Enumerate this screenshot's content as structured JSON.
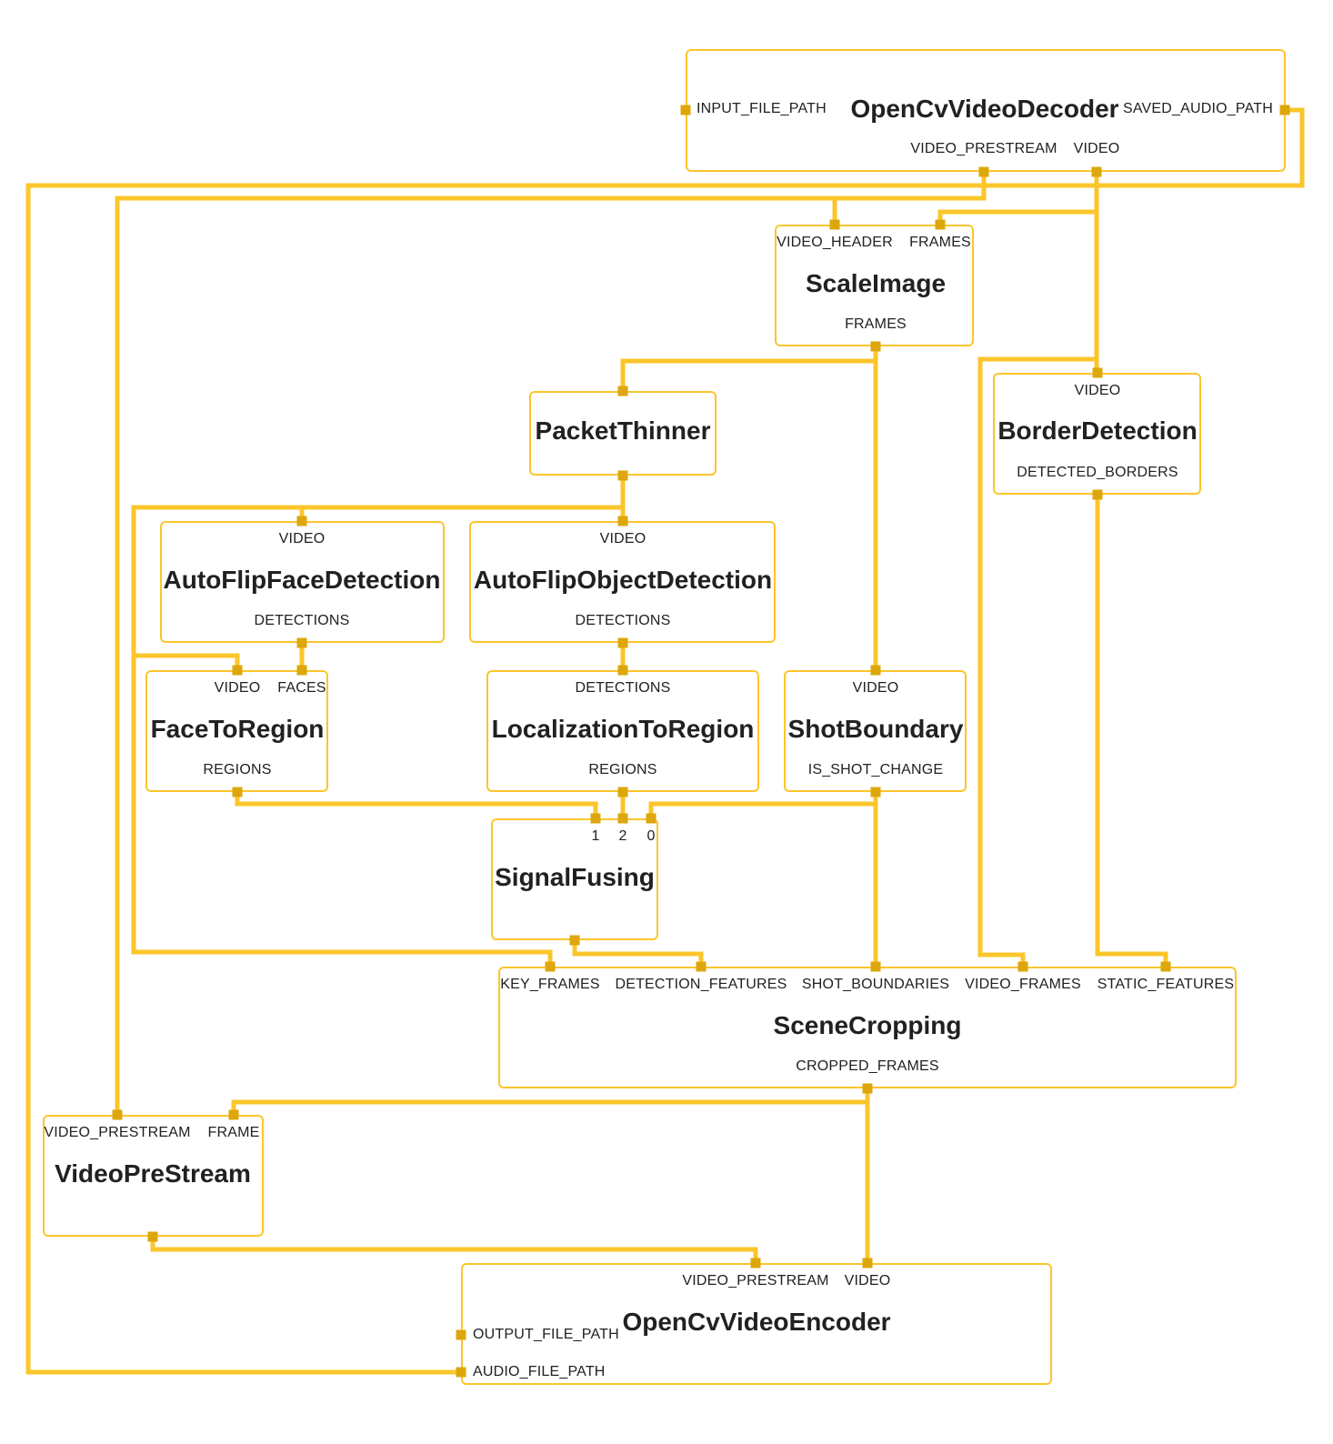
{
  "colors": {
    "edge": "#fbc62b",
    "node_border": "#fbc62b",
    "port": "#dda70b",
    "text": "#212121"
  },
  "nodes": {
    "decoder": {
      "title": "OpenCvVideoDecoder",
      "in_file": "INPUT_FILE_PATH",
      "out_audio": "SAVED_AUDIO_PATH",
      "out_prestream": "VIDEO_PRESTREAM",
      "out_video": "VIDEO"
    },
    "scale": {
      "title": "ScaleImage",
      "in_header": "VIDEO_HEADER",
      "in_frames": "FRAMES",
      "out_frames": "FRAMES"
    },
    "thinner": {
      "title": "PacketThinner"
    },
    "border": {
      "title": "BorderDetection",
      "in_video": "VIDEO",
      "out_borders": "DETECTED_BORDERS"
    },
    "facedet": {
      "title": "AutoFlipFaceDetection",
      "in_video": "VIDEO",
      "out_det": "DETECTIONS"
    },
    "objdet": {
      "title": "AutoFlipObjectDetection",
      "in_video": "VIDEO",
      "out_det": "DETECTIONS"
    },
    "face2reg": {
      "title": "FaceToRegion",
      "in_video": "VIDEO",
      "in_faces": "FACES",
      "out_regions": "REGIONS"
    },
    "loc2reg": {
      "title": "LocalizationToRegion",
      "in_det": "DETECTIONS",
      "out_regions": "REGIONS"
    },
    "shot": {
      "title": "ShotBoundary",
      "in_video": "VIDEO",
      "out_change": "IS_SHOT_CHANGE"
    },
    "fusing": {
      "title": "SignalFusing",
      "in_1": "1",
      "in_2": "2",
      "in_0": "0"
    },
    "scene": {
      "title": "SceneCropping",
      "in_key": "KEY_FRAMES",
      "in_det": "DETECTION_FEATURES",
      "in_shot": "SHOT_BOUNDARIES",
      "in_vframes": "VIDEO_FRAMES",
      "in_static": "STATIC_FEATURES",
      "out_cropped": "CROPPED_FRAMES"
    },
    "prestream": {
      "title": "VideoPreStream",
      "in_prestream": "VIDEO_PRESTREAM",
      "in_frame": "FRAME"
    },
    "encoder": {
      "title": "OpenCvVideoEncoder",
      "in_prestream": "VIDEO_PRESTREAM",
      "in_video": "VIDEO",
      "in_output": "OUTPUT_FILE_PATH",
      "in_audio": "AUDIO_FILE_PATH"
    }
  }
}
